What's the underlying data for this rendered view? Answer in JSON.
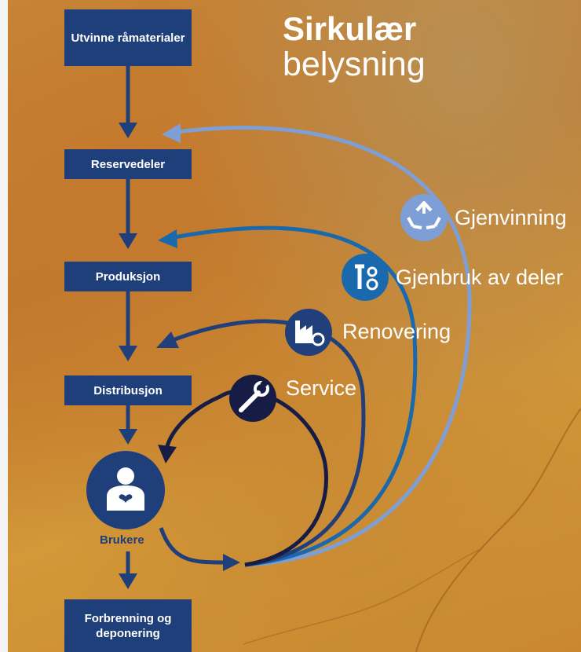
{
  "title": {
    "line1": "Sirkulær",
    "line2": "belysning"
  },
  "stages": [
    {
      "id": "extract",
      "label": "Utvinne råmaterialer"
    },
    {
      "id": "parts",
      "label": "Reservedeler"
    },
    {
      "id": "production",
      "label": "Produksjon"
    },
    {
      "id": "distribution",
      "label": "Distribusjon"
    },
    {
      "id": "users",
      "label": "Brukere"
    },
    {
      "id": "disposal",
      "label": "Forbrenning og deponering"
    }
  ],
  "loops": [
    {
      "label": "Gjenvinning",
      "icon": "recycle-icon",
      "color": "#7e9fd6"
    },
    {
      "label": "Gjenbruk av deler",
      "icon": "tools-gears-icon",
      "color": "#1a69ac"
    },
    {
      "label": "Renovering",
      "icon": "factory-refresh-icon",
      "color": "#213f7a"
    },
    {
      "label": "Service",
      "icon": "wrench-icon",
      "color": "#161c44"
    }
  ],
  "colors": {
    "box": "#1f3f7a",
    "arrow": "#1f3f7a",
    "user_circle": "#1f3f7a"
  }
}
